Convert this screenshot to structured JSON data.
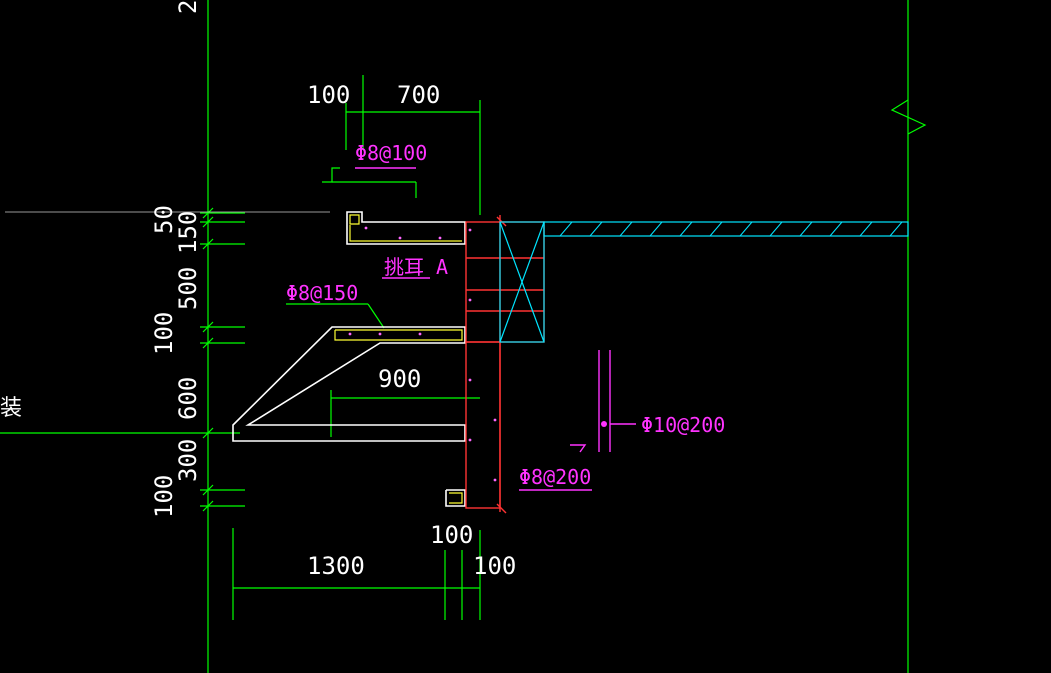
{
  "colors": {
    "background": "#000000",
    "grid_line": "#00ff00",
    "dimension_text": "#ffffff",
    "rebar_label": "#ff33ff",
    "concrete_outline": "#ffffff",
    "stirrup": "#ff3333",
    "slab_hatch": "#00e5ff",
    "inner_outline": "#ffff00"
  },
  "dimensions": {
    "top_100": "100",
    "top_700": "700",
    "left_50": "50",
    "left_150": "150",
    "left_500": "500",
    "left_100a": "100",
    "left_600": "600",
    "left_300": "300",
    "left_100b": "100",
    "mid_900": "900",
    "bottom_1300": "1300",
    "bottom_100a": "100",
    "bottom_100b": "100",
    "top_edge_partial": "2"
  },
  "labels": {
    "rebar_top": "Φ8@100",
    "rebar_mid": "Φ8@150",
    "rebar_wall": "Φ8@200",
    "rebar_right": "Φ10@200",
    "ear_label": "挑耳 A",
    "side_note": "装"
  }
}
